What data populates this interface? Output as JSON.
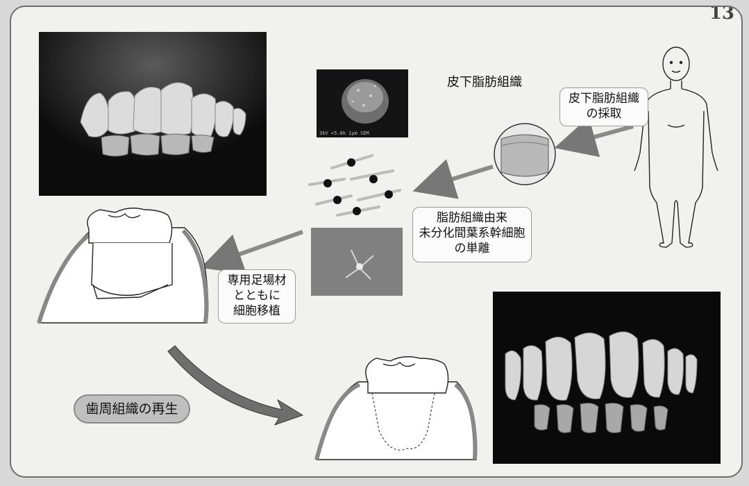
{
  "page_number": "13",
  "labels": {
    "subcutaneous_fat": "皮下脂肪組織",
    "fat_harvest": [
      "皮下脂肪組織",
      "の採取"
    ],
    "stem_cell_isolation": [
      "脂肪組織由来",
      "未分化間葉系幹細胞",
      "の単離"
    ],
    "transplant": [
      "専用足場材",
      "とともに",
      "細胞移植"
    ],
    "regeneration": "歯周組織の再生"
  },
  "sem_caption": "3kV  ×5.0k  1μm  SEM"
}
